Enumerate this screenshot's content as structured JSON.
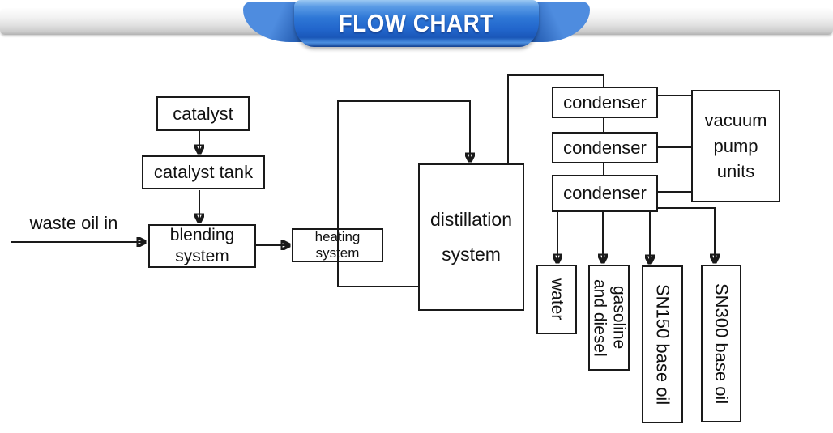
{
  "banner": {
    "title": "FLOW CHART"
  },
  "labels": {
    "waste_oil_in": "waste oil in"
  },
  "nodes": {
    "catalyst": {
      "label": "catalyst"
    },
    "catalyst_tank": {
      "label": "catalyst tank"
    },
    "blending_system": {
      "label": "blending\nsystem"
    },
    "heating_system": {
      "label": "heating\nsystem"
    },
    "distillation_system": {
      "label": "distillation\nsystem"
    },
    "condenser_1": {
      "label": "condenser"
    },
    "condenser_2": {
      "label": "condenser"
    },
    "condenser_3": {
      "label": "condenser"
    },
    "vacuum_pump_units": {
      "label": "vacuum\npump\nunits"
    },
    "water": {
      "label": "water"
    },
    "gasoline_and_diesel": {
      "label": "gasoline\nand diesel"
    },
    "sn150_base_oil": {
      "label": "SN150 base oil"
    },
    "sn300_base_oil": {
      "label": "SN300 base oil"
    }
  },
  "edges": [
    {
      "from": "waste oil in",
      "to": "blending system"
    },
    {
      "from": "catalyst",
      "to": "catalyst tank"
    },
    {
      "from": "catalyst tank",
      "to": "blending system"
    },
    {
      "from": "blending system",
      "to": "heating system"
    },
    {
      "from": "heating system",
      "to": "distillation system"
    },
    {
      "from": "distillation system",
      "to": "condenser 1"
    },
    {
      "from": "condenser 1",
      "to": "condenser 2"
    },
    {
      "from": "condenser 2",
      "to": "condenser 3"
    },
    {
      "from": "condenser 1",
      "to": "vacuum pump units"
    },
    {
      "from": "condenser 2",
      "to": "vacuum pump units"
    },
    {
      "from": "condenser 3",
      "to": "vacuum pump units"
    },
    {
      "from": "condenser 3",
      "to": "water"
    },
    {
      "from": "condenser 3",
      "to": "gasoline and diesel"
    },
    {
      "from": "condenser 3",
      "to": "SN150 base oil"
    },
    {
      "from": "condenser 3",
      "to": "SN300 base oil"
    }
  ],
  "colors": {
    "ribbon_blue": "#2e77d6",
    "bar_gray": "#d9d9d9",
    "line_black": "#1a1a1a"
  }
}
